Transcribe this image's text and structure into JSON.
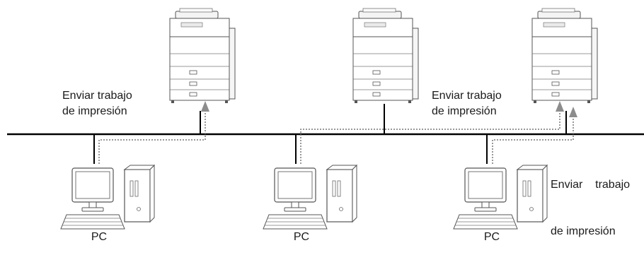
{
  "diagram": {
    "label_left": {
      "line1": "Enviar trabajo",
      "line2": "de impresión"
    },
    "label_mid": {
      "line1": "Enviar trabajo",
      "line2": "de impresión"
    },
    "label_right": {
      "line1": "Enviar    trabajo",
      "line2": "de impresión"
    },
    "pcs": [
      {
        "label": "PC"
      },
      {
        "label": "PC"
      },
      {
        "label": "PC"
      }
    ],
    "printers": [
      {
        "name": "printer-left"
      },
      {
        "name": "printer-center"
      },
      {
        "name": "printer-right"
      }
    ],
    "colors": {
      "line": "#000000",
      "dotted": "#777777",
      "arrow": "#8c8c8c",
      "device_stroke": "#555555"
    }
  }
}
